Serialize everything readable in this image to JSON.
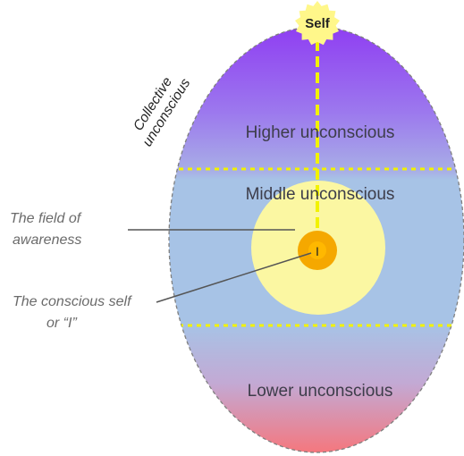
{
  "labels": {
    "self": "Self",
    "collective_line1": "Collective",
    "collective_line2": "unconscious",
    "higher": "Higher unconscious",
    "middle": "Middle unconscious",
    "lower": "Lower unconscious",
    "field_line1": "The field of",
    "field_line2": "awareness",
    "conscious_line1": "The conscious self",
    "conscious_line2": "or “I”",
    "i": "I"
  },
  "colors": {
    "top_purple": "#8f3ef2",
    "upper_lavender": "#a8aee6",
    "middle_blue": "#a7c3e6",
    "lower_pink": "#b7a6d6",
    "bottom_red": "#f4787f",
    "dashed_yellow": "#f2f200",
    "field_yellow": "#fbf7a2",
    "i_orange": "#f5a800",
    "i_inner": "#ffb800",
    "self_sun": "#fff78a",
    "outline": "#7f7f7f",
    "pointer": "#555555"
  }
}
